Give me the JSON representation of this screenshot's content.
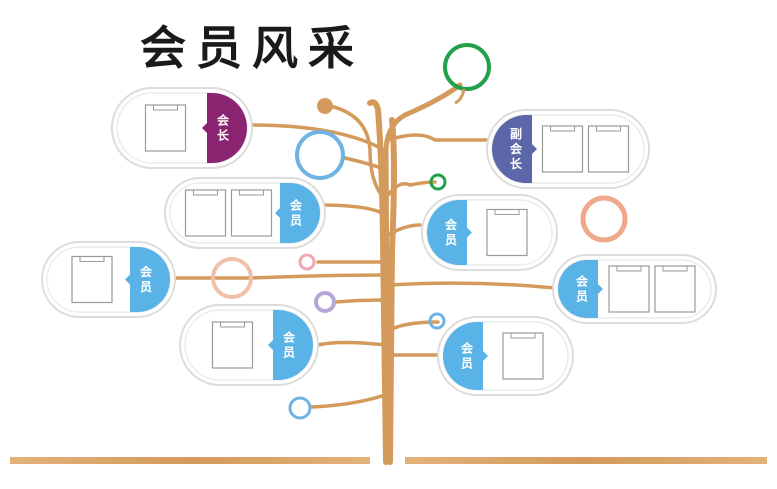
{
  "title": "会员风采",
  "colors": {
    "wood": "#d9a066",
    "woodDark": "#c98d4f",
    "outline": "#e0e0e0",
    "president": "#8b2470",
    "vicePresident": "#5b67a8",
    "member": "#5ab3e6",
    "green": "#23a04a",
    "blue": "#6fb3e3",
    "peach": "#f0a88a",
    "salmon": "#e8967a",
    "purple": "#b7a6d8",
    "pink": "#f2a7b0"
  },
  "cards": [
    {
      "label": "会长",
      "kind": "president",
      "photos": 1
    },
    {
      "label": "副会长",
      "kind": "vicePresident",
      "photos": 2
    },
    {
      "label": "会员",
      "kind": "member",
      "photos": 2
    },
    {
      "label": "会员",
      "kind": "member",
      "photos": 1
    },
    {
      "label": "会员",
      "kind": "member",
      "photos": 1
    },
    {
      "label": "会员",
      "kind": "member",
      "photos": 2
    },
    {
      "label": "会员",
      "kind": "member",
      "photos": 1
    },
    {
      "label": "会员",
      "kind": "member",
      "photos": 1
    }
  ]
}
